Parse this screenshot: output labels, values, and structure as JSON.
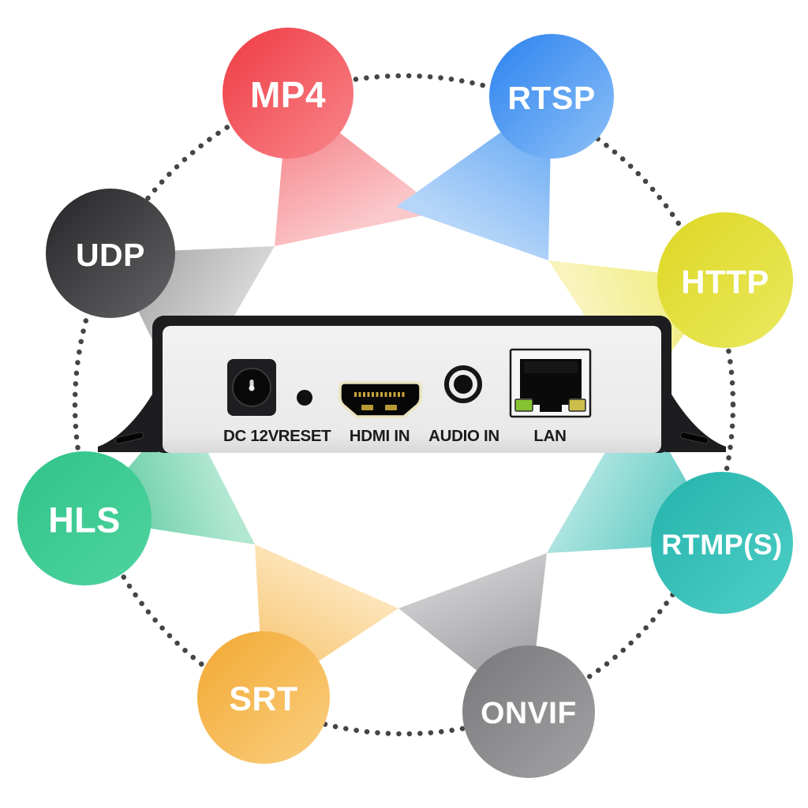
{
  "ring": {
    "dot_color": "#454545"
  },
  "protocols": [
    {
      "id": "mp4",
      "label": "MP4",
      "color_dark": "#ef3b43",
      "color_light": "#f8878c",
      "beam_color": "#f4767c",
      "beam_fade": "#fbc9cb"
    },
    {
      "id": "rtsp",
      "label": "RTSP",
      "color_dark": "#2b82ef",
      "color_light": "#8ec1f7",
      "beam_color": "#5aa2f2",
      "beam_fade": "#b5d5f9"
    },
    {
      "id": "udp",
      "label": "UDP",
      "color_dark": "#252527",
      "color_light": "#646467",
      "beam_color": "#9c9c9e",
      "beam_fade": "#d6d6d7"
    },
    {
      "id": "http",
      "label": "HTTP",
      "color_dark": "#ddd723",
      "color_light": "#eae95f",
      "beam_color": "#eeea67",
      "beam_fade": "#f8f4bb"
    },
    {
      "id": "hls",
      "label": "HLS",
      "color_dark": "#2fc389",
      "color_light": "#50d49f",
      "beam_color": "#4cc596",
      "beam_fade": "#b2e7d2"
    },
    {
      "id": "rtmps",
      "label": "RTMP(S)",
      "color_dark": "#23b3ab",
      "color_light": "#4fcfc7",
      "beam_color": "#41c2ba",
      "beam_fade": "#abe3df"
    },
    {
      "id": "srt",
      "label": "SRT",
      "color_dark": "#f3a832",
      "color_light": "#f9cf80",
      "beam_color": "#f6bd60",
      "beam_fade": "#fce4b8"
    },
    {
      "id": "onvif",
      "label": "ONVIF",
      "color_dark": "#78787a",
      "color_light": "#a3a3a5",
      "beam_color": "#909092",
      "beam_fade": "#c9c9cb"
    }
  ],
  "device": {
    "body_color": "#1d1d1f",
    "face_color": "#ebebeb",
    "ports": [
      {
        "id": "dc",
        "label": "DC 12V"
      },
      {
        "id": "reset",
        "label": "RESET"
      },
      {
        "id": "hdmi",
        "label": "HDMI IN"
      },
      {
        "id": "audio",
        "label": "AUDIO IN"
      },
      {
        "id": "lan",
        "label": "LAN"
      }
    ],
    "lan_leds": {
      "link_color": "#86c332",
      "activity_color": "#cdbd4a"
    }
  }
}
